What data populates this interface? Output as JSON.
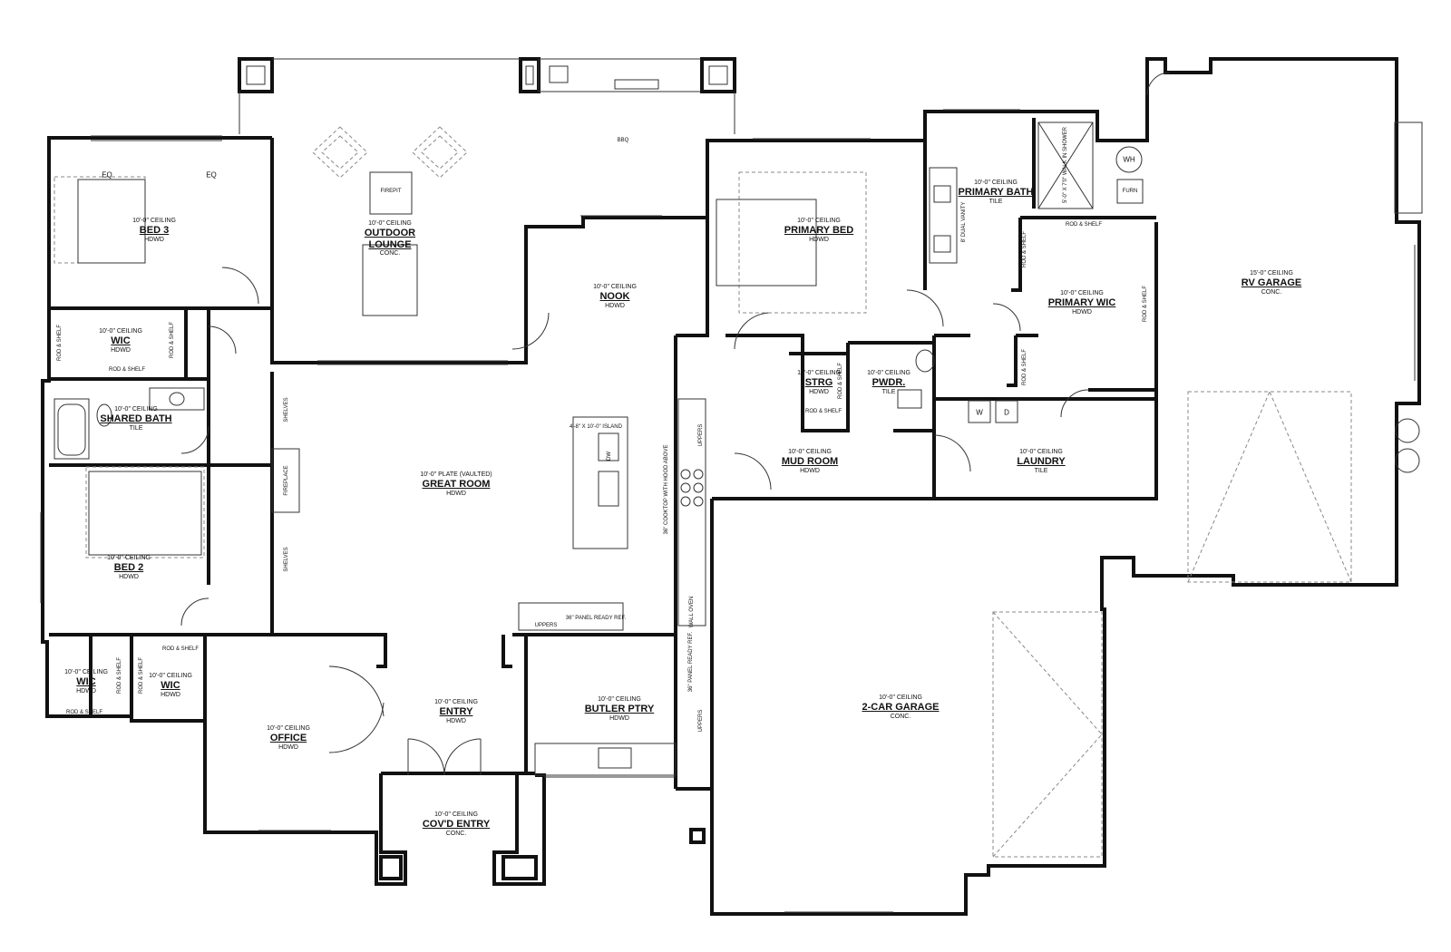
{
  "rooms": {
    "bed3": {
      "ceiling": "10'-0\" CEILING",
      "name": "BED 3",
      "floor": "HDWD"
    },
    "outdoor": {
      "ceiling": "10'-0\" CEILING",
      "name": "OUTDOOR LOUNGE",
      "floor": "CONC."
    },
    "nook": {
      "ceiling": "10'-0\" CEILING",
      "name": "NOOK",
      "floor": "HDWD"
    },
    "primary_bed": {
      "ceiling": "10'-0\" CEILING",
      "name": "PRIMARY BED",
      "floor": "HDWD"
    },
    "primary_bath": {
      "ceiling": "10'-0\" CEILING",
      "name": "PRIMARY BATH",
      "floor": "TILE"
    },
    "primary_wic": {
      "ceiling": "10'-0\" CEILING",
      "name": "PRIMARY WIC",
      "floor": "HDWD"
    },
    "rv_garage": {
      "ceiling": "15'-0\" CEILING",
      "name": "RV GARAGE",
      "floor": "CONC."
    },
    "wic_upper": {
      "ceiling": "10'-0\" CEILING",
      "name": "WIC",
      "floor": "HDWD"
    },
    "shared_bath": {
      "ceiling": "10'-0\" CEILING",
      "name": "SHARED BATH",
      "floor": "TILE"
    },
    "great_room": {
      "ceiling": "10'-0\" PLATE (VAULTED)",
      "name": "GREAT ROOM",
      "floor": "HDWD"
    },
    "strg": {
      "ceiling": "10'-0\" CEILING",
      "name": "STRG",
      "floor": "HDWD"
    },
    "pwdr": {
      "ceiling": "10'-0\" CEILING",
      "name": "PWDR.",
      "floor": "TILE"
    },
    "mud_room": {
      "ceiling": "10'-0\" CEILING",
      "name": "MUD ROOM",
      "floor": "HDWD"
    },
    "laundry": {
      "ceiling": "10'-0\" CEILING",
      "name": "LAUNDRY",
      "floor": "TILE"
    },
    "bed2": {
      "ceiling": "10'-0\" CEILING",
      "name": "BED 2",
      "floor": "HDWD"
    },
    "wic_l": {
      "ceiling": "10'-0\" CEILING",
      "name": "WIC",
      "floor": "HDWD"
    },
    "wic_r": {
      "ceiling": "10'-0\" CEILING",
      "name": "WIC",
      "floor": "HDWD"
    },
    "office": {
      "ceiling": "10'-0\" CEILING",
      "name": "OFFICE",
      "floor": "HDWD"
    },
    "entry": {
      "ceiling": "10'-0\" CEILING",
      "name": "ENTRY",
      "floor": "HDWD"
    },
    "butler": {
      "ceiling": "10'-0\" CEILING",
      "name": "BUTLER PTRY",
      "floor": "HDWD"
    },
    "garage2": {
      "ceiling": "10'-0\" CEILING",
      "name": "2-CAR GARAGE",
      "floor": "CONC."
    },
    "covd_entry": {
      "ceiling": "10'-0\" CEILING",
      "name": "COV'D ENTRY",
      "floor": "CONC."
    }
  },
  "notes": {
    "eq": "EQ",
    "bbq": "BBQ",
    "firepit": "FIREPIT",
    "wh": "WH",
    "furn": "FURN",
    "shower": "5'-0\" X 7'0\" WALK IN SHOWER",
    "vanity": "8' DUAL VANITY",
    "rod_shelf": "ROD & SHELF",
    "shelves": "SHELVES",
    "fireplace": "FIREPLACE",
    "island": "4'-8\" X 10'-0\" ISLAND",
    "dw": "DW",
    "cooktop": "36\" COOKTOP WITH HOOD ABOVE",
    "uppers": "UPPERS",
    "wall_oven": "WALL OVEN",
    "panel_ref": "36\" PANEL READY REF.",
    "washer": "W",
    "dryer": "D"
  }
}
